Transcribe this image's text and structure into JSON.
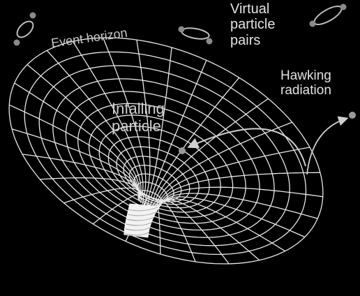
{
  "labels": {
    "event_horizon": "Event horizon",
    "virtual_particle_pairs": [
      "Virtual",
      "particle",
      "pairs"
    ],
    "hawking_radiation": [
      "Hawking",
      "radiation"
    ],
    "infalling_particle": [
      "Infalling",
      "particle"
    ]
  },
  "colors": {
    "background": "#000000",
    "grid": "#e8e8e8",
    "text": "#e2e2e2",
    "particle": "#9a9a9a"
  }
}
